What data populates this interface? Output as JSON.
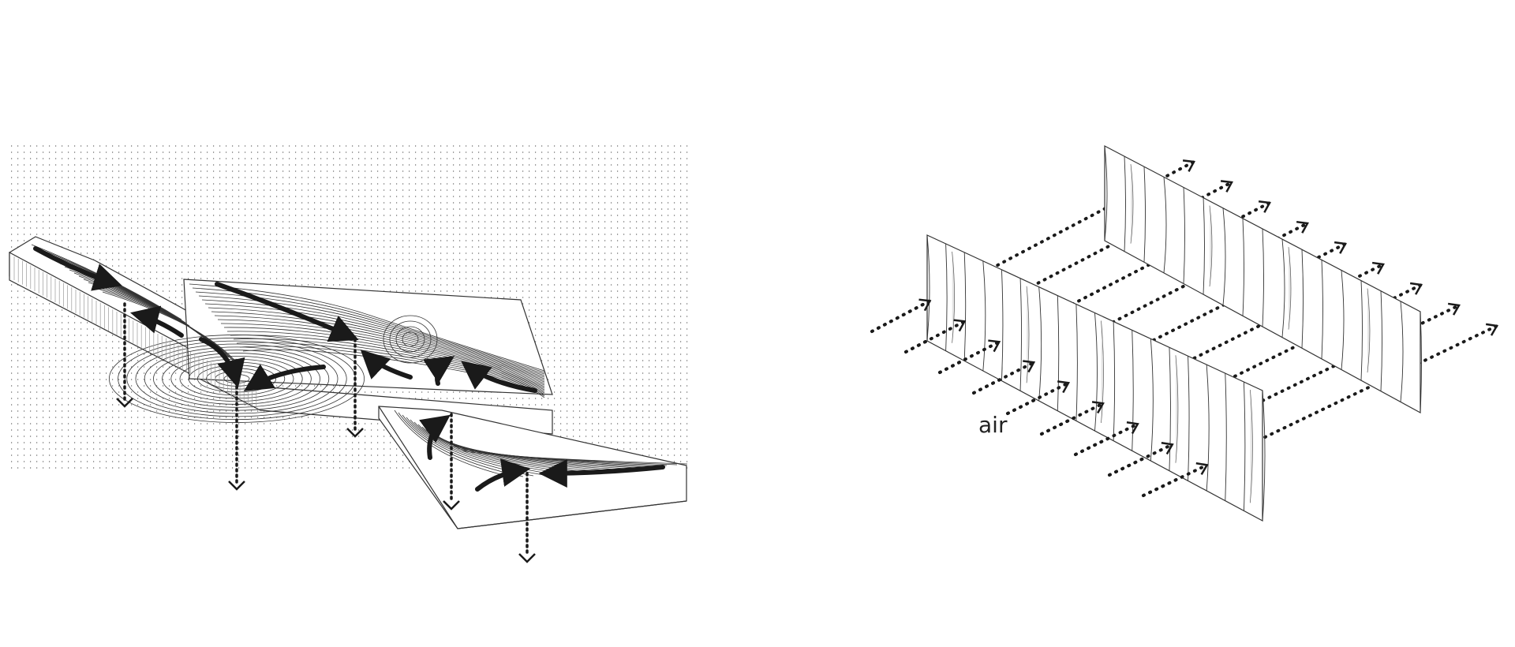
{
  "left_diagram": {
    "name": "terrain-drainage"
  },
  "right_diagram": {
    "name": "screen-airflow",
    "label": "air"
  },
  "colors": {
    "ink": "#1a1a1a",
    "line": "#333333",
    "dots": "#555555",
    "hatch": "#cfcfcf",
    "paper": "#ffffff"
  },
  "icons": [
    "solid-flow-arrow-icon",
    "dotted-drop-arrow-icon",
    "dotted-air-arrow-icon"
  ]
}
